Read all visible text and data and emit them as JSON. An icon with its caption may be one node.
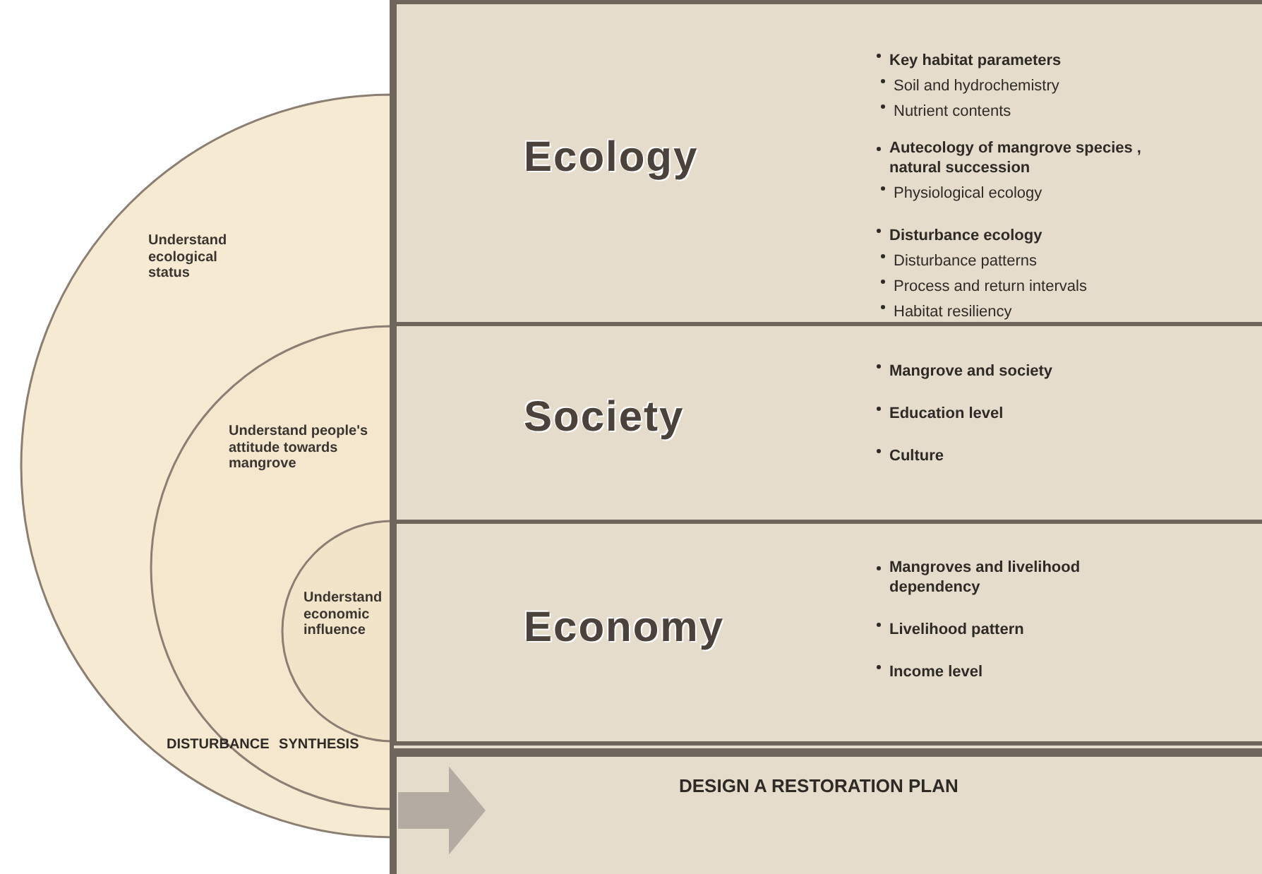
{
  "diagram": {
    "nodes": [
      {
        "text": [
          "Understand ecological status"
        ]
      },
      {
        "text": [
          "Understand people's attitude towards mangrove"
        ],
        "in": 0
      },
      {
        "text": [
          "Understand economic influence"
        ],
        "in": 1
      },
      {
        "text": [
          "Ecology",
          "Key habitat parameters",
          "Soil and hydrochemistry",
          "Nutrient contents",
          "Autecology of mangrove species , natural succession",
          "Physiological ecology",
          "Disturbance ecology",
          "Disturbance patterns",
          "Process and return intervals",
          "Habitat resiliency"
        ]
      },
      {
        "text": [
          "Society",
          "Mangrove and society",
          "Education level",
          "Culture"
        ]
      },
      {
        "text": [
          "Economy",
          "Mangroves and livelihood dependency",
          "Livelihood pattern",
          "Income level"
        ]
      },
      {
        "text": [
          "DESIGN A RESTORATION PLAN"
        ]
      }
    ],
    "edges": [
      {
        "from": null,
        "to": 6,
        "arrow": "to"
      }
    ],
    "labels": [
      "DISTURBANCE SYNTHESIS"
    ]
  }
}
